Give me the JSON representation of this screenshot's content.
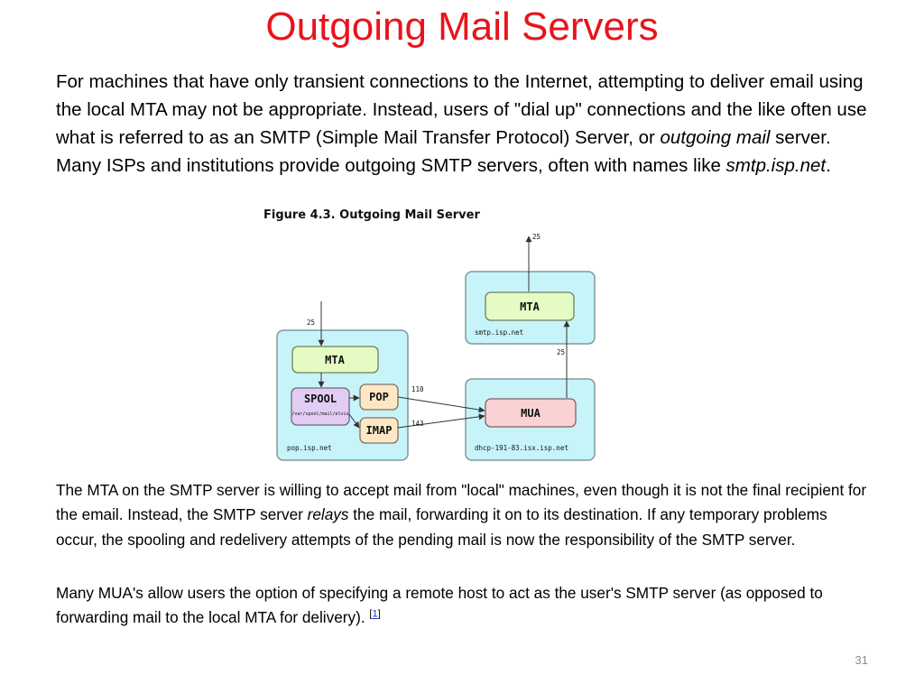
{
  "title": "Outgoing Mail Servers",
  "p1": {
    "t1": "For machines that have only transient connections to the Internet, attempting to deliver email using the local MTA may not be appropriate. Instead, users of \"dial up\" connections and the like often use what is referred to as an SMTP (Simple Mail Transfer Protocol) Server, or ",
    "em1": "outgoing mail",
    "t2": " server. Many ISPs and institutions provide outgoing SMTP servers, often with names like ",
    "em2": "smtp.isp.net",
    "t3": "."
  },
  "figure": {
    "title": "Figure 4.3. Outgoing Mail Server",
    "pop_host": "pop.isp.net",
    "smtp_host": "smtp.isp.net",
    "dhcp_host": "dhcp-191-83.isx.isp.net",
    "mta_label": "MTA",
    "spool_label": "SPOOL",
    "spool_path": "/var/spool/mail/elvis",
    "pop_label": "POP",
    "imap_label": "IMAP",
    "mua_label": "MUA",
    "port_25_left": "25",
    "port_25_top": "25",
    "port_25_mid": "25",
    "port_110": "110",
    "port_143": "143"
  },
  "p2": {
    "t1": "The MTA on the SMTP server is willing to accept mail from \"local\" machines, even though it is not the final recipient for the email. Instead, the SMTP server ",
    "em": "relays",
    "t2": " the mail, forwarding it on to its destination. If any temporary problems occur, the spooling and redelivery attempts of the pending mail is now the responsibility of the SMTP server."
  },
  "p3": {
    "t1": "Many MUA's allow users the option of specifying a remote host to act as the user's SMTP server (as opposed to forwarding mail to the local MTA for delivery). ",
    "ref_open": "[",
    "ref": "1",
    "ref_close": "]"
  },
  "slide_number": "31",
  "colors": {
    "title": "#e8141b",
    "host_box": "#c7f4f8",
    "mta_box": "#e4fbc4",
    "spool_box": "#e2ccf4",
    "pop_imap_box": "#fde7c4",
    "mua_box": "#fbd2d4",
    "link": "#0b3bd6"
  }
}
